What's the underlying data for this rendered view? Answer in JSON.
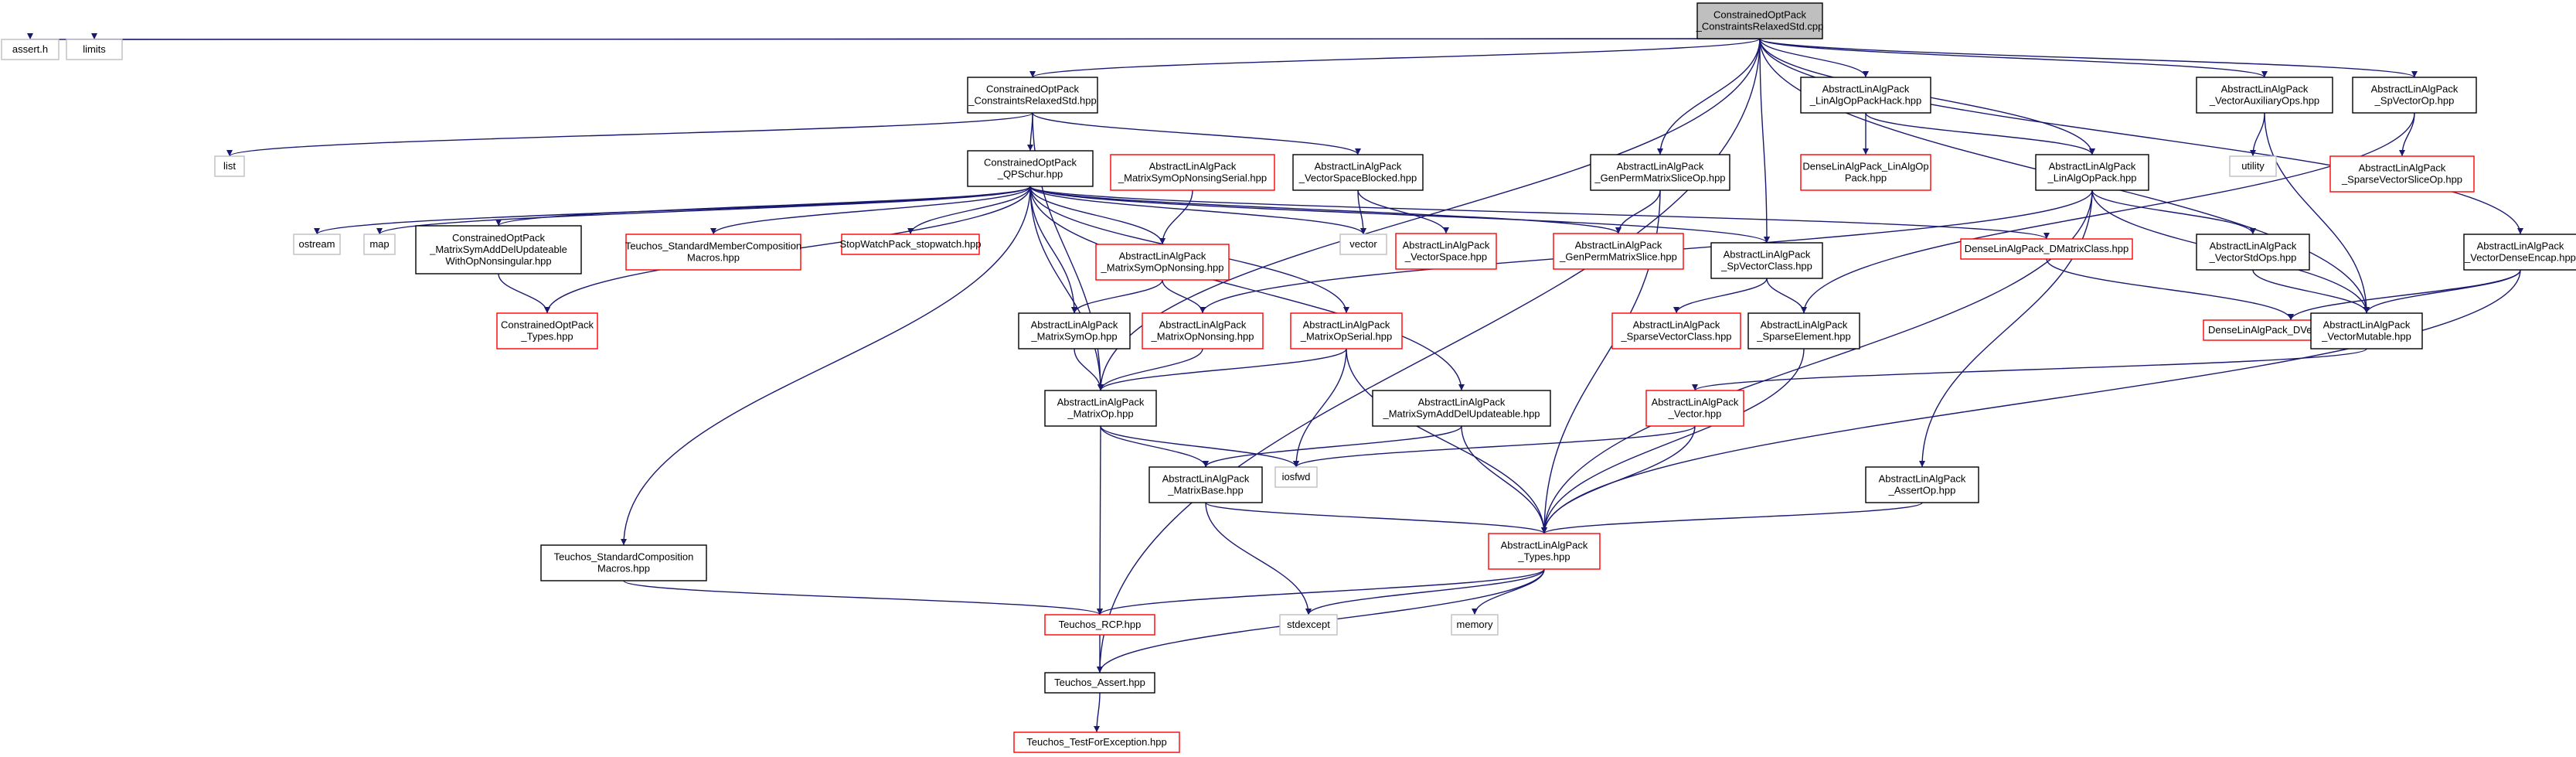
{
  "colors": {
    "edge": "#191970",
    "root_fill": "#bfbfbf",
    "documented_border": "#000000",
    "missing_border": "#ff0000",
    "system_border": "#bfbfbf",
    "node_fill": "#ffffff"
  },
  "nodes": [
    {
      "id": "root",
      "kind": "root",
      "lines": [
        "ConstrainedOptPack",
        "_ConstraintsRelaxedStd.cpp"
      ]
    },
    {
      "id": "asserth",
      "kind": "system",
      "lines": [
        "assert.h"
      ]
    },
    {
      "id": "limits",
      "kind": "system",
      "lines": [
        "limits"
      ]
    },
    {
      "id": "crs_hpp",
      "kind": "documented",
      "lines": [
        "ConstrainedOptPack",
        "_ConstraintsRelaxedStd.hpp"
      ]
    },
    {
      "id": "list",
      "kind": "system",
      "lines": [
        "list"
      ]
    },
    {
      "id": "qpschur",
      "kind": "documented",
      "lines": [
        "ConstrainedOptPack",
        "_QPSchur.hpp"
      ]
    },
    {
      "id": "ostream",
      "kind": "system",
      "lines": [
        "ostream"
      ]
    },
    {
      "id": "map",
      "kind": "system",
      "lines": [
        "map"
      ]
    },
    {
      "id": "msadu_nonsing",
      "kind": "documented",
      "lines": [
        "ConstrainedOptPack",
        "_MatrixSymAddDelUpdateable",
        "WithOpNonsingular.hpp"
      ]
    },
    {
      "id": "cop_types",
      "kind": "missing",
      "lines": [
        "ConstrainedOptPack",
        "_Types.hpp"
      ]
    },
    {
      "id": "teuchos_smcm",
      "kind": "missing",
      "lines": [
        "Teuchos_StandardMemberComposition",
        "Macros.hpp"
      ]
    },
    {
      "id": "stopwatch",
      "kind": "missing",
      "lines": [
        "StopWatchPack_stopwatch.hpp"
      ]
    },
    {
      "id": "msopns_serial",
      "kind": "missing",
      "lines": [
        "AbstractLinAlgPack",
        "_MatrixSymOpNonsingSerial.hpp"
      ]
    },
    {
      "id": "msopns",
      "kind": "missing",
      "lines": [
        "AbstractLinAlgPack",
        "_MatrixSymOpNonsing.hpp"
      ]
    },
    {
      "id": "vsb",
      "kind": "documented",
      "lines": [
        "AbstractLinAlgPack",
        "_VectorSpaceBlocked.hpp"
      ]
    },
    {
      "id": "vector",
      "kind": "system",
      "lines": [
        "vector"
      ]
    },
    {
      "id": "vspace",
      "kind": "missing",
      "lines": [
        "AbstractLinAlgPack",
        "_VectorSpace.hpp"
      ]
    },
    {
      "id": "gpms_op",
      "kind": "documented",
      "lines": [
        "AbstractLinAlgPack",
        "_GenPermMatrixSliceOp.hpp"
      ]
    },
    {
      "id": "gpms",
      "kind": "missing",
      "lines": [
        "AbstractLinAlgPack",
        "_GenPermMatrixSlice.hpp"
      ]
    },
    {
      "id": "laoph",
      "kind": "documented",
      "lines": [
        "AbstractLinAlgPack",
        "_LinAlgOpPackHack.hpp"
      ]
    },
    {
      "id": "dense_laop",
      "kind": "missing",
      "lines": [
        "DenseLinAlgPack_LinAlgOp",
        "Pack.hpp"
      ]
    },
    {
      "id": "spvc",
      "kind": "documented",
      "lines": [
        "AbstractLinAlgPack",
        "_SpVectorClass.hpp"
      ]
    },
    {
      "id": "svc",
      "kind": "missing",
      "lines": [
        "AbstractLinAlgPack",
        "_SparseVectorClass.hpp"
      ]
    },
    {
      "id": "lao",
      "kind": "documented",
      "lines": [
        "AbstractLinAlgPack",
        "_LinAlgOpPack.hpp"
      ]
    },
    {
      "id": "dmatrix",
      "kind": "missing",
      "lines": [
        "DenseLinAlgPack_DMatrixClass.hpp"
      ]
    },
    {
      "id": "dvector",
      "kind": "missing",
      "lines": [
        "DenseLinAlgPack_DVectorClass.hpp"
      ]
    },
    {
      "id": "vaux",
      "kind": "documented",
      "lines": [
        "AbstractLinAlgPack",
        "_VectorAuxiliaryOps.hpp"
      ]
    },
    {
      "id": "utility",
      "kind": "system",
      "lines": [
        "utility"
      ]
    },
    {
      "id": "spvop",
      "kind": "documented",
      "lines": [
        "AbstractLinAlgPack",
        "_SpVectorOp.hpp"
      ]
    },
    {
      "id": "svsop",
      "kind": "missing",
      "lines": [
        "AbstractLinAlgPack",
        "_SparseVectorSliceOp.hpp"
      ]
    },
    {
      "id": "vstdops",
      "kind": "documented",
      "lines": [
        "AbstractLinAlgPack",
        "_VectorStdOps.hpp"
      ]
    },
    {
      "id": "vde",
      "kind": "documented",
      "lines": [
        "AbstractLinAlgPack",
        "_VectorDenseEncap.hpp"
      ]
    },
    {
      "id": "vmut",
      "kind": "documented",
      "lines": [
        "AbstractLinAlgPack",
        "_VectorMutable.hpp"
      ]
    },
    {
      "id": "msymop",
      "kind": "documented",
      "lines": [
        "AbstractLinAlgPack",
        "_MatrixSymOp.hpp"
      ]
    },
    {
      "id": "mopns",
      "kind": "missing",
      "lines": [
        "AbstractLinAlgPack",
        "_MatrixOpNonsing.hpp"
      ]
    },
    {
      "id": "mopserial",
      "kind": "missing",
      "lines": [
        "AbstractLinAlgPack",
        "_MatrixOpSerial.hpp"
      ]
    },
    {
      "id": "spelem",
      "kind": "documented",
      "lines": [
        "AbstractLinAlgPack",
        "_SparseElement.hpp"
      ]
    },
    {
      "id": "matrixop",
      "kind": "documented",
      "lines": [
        "AbstractLinAlgPack",
        "_MatrixOp.hpp"
      ]
    },
    {
      "id": "msadu",
      "kind": "documented",
      "lines": [
        "AbstractLinAlgPack",
        "_MatrixSymAddDelUpdateable.hpp"
      ]
    },
    {
      "id": "vec",
      "kind": "missing",
      "lines": [
        "AbstractLinAlgPack",
        "_Vector.hpp"
      ]
    },
    {
      "id": "iosfwd",
      "kind": "system",
      "lines": [
        "iosfwd"
      ]
    },
    {
      "id": "mbase",
      "kind": "documented",
      "lines": [
        "AbstractLinAlgPack",
        "_MatrixBase.hpp"
      ]
    },
    {
      "id": "assertop",
      "kind": "documented",
      "lines": [
        "AbstractLinAlgPack",
        "_AssertOp.hpp"
      ]
    },
    {
      "id": "teuchos_scm",
      "kind": "documented",
      "lines": [
        "Teuchos_StandardComposition",
        "Macros.hpp"
      ]
    },
    {
      "id": "alap_types",
      "kind": "missing",
      "lines": [
        "AbstractLinAlgPack",
        "_Types.hpp"
      ]
    },
    {
      "id": "rcp",
      "kind": "missing",
      "lines": [
        "Teuchos_RCP.hpp"
      ]
    },
    {
      "id": "stdexcept",
      "kind": "system",
      "lines": [
        "stdexcept"
      ]
    },
    {
      "id": "memory",
      "kind": "system",
      "lines": [
        "memory"
      ]
    },
    {
      "id": "tassert",
      "kind": "documented",
      "lines": [
        "Teuchos_Assert.hpp"
      ]
    },
    {
      "id": "testexc",
      "kind": "missing",
      "lines": [
        "Teuchos_TestForException.hpp"
      ]
    }
  ],
  "edges": [
    [
      "root",
      "asserth"
    ],
    [
      "root",
      "limits"
    ],
    [
      "root",
      "crs_hpp"
    ],
    [
      "root",
      "tassert"
    ],
    [
      "root",
      "matrixop"
    ],
    [
      "root",
      "gpms_op"
    ],
    [
      "root",
      "spvc"
    ],
    [
      "root",
      "laoph"
    ],
    [
      "root",
      "lao"
    ],
    [
      "root",
      "vaux"
    ],
    [
      "root",
      "spvop"
    ],
    [
      "root",
      "vmut"
    ],
    [
      "root",
      "vde"
    ],
    [
      "crs_hpp",
      "list"
    ],
    [
      "crs_hpp",
      "qpschur"
    ],
    [
      "crs_hpp",
      "vsb"
    ],
    [
      "crs_hpp",
      "matrixop"
    ],
    [
      "qpschur",
      "ostream"
    ],
    [
      "qpschur",
      "map"
    ],
    [
      "qpschur",
      "msadu_nonsing"
    ],
    [
      "qpschur",
      "cop_types"
    ],
    [
      "qpschur",
      "teuchos_smcm"
    ],
    [
      "qpschur",
      "stopwatch"
    ],
    [
      "qpschur",
      "msopns"
    ],
    [
      "qpschur",
      "vector"
    ],
    [
      "qpschur",
      "gpms"
    ],
    [
      "qpschur",
      "spvc"
    ],
    [
      "qpschur",
      "dmatrix"
    ],
    [
      "qpschur",
      "msymop"
    ],
    [
      "qpschur",
      "mopserial"
    ],
    [
      "qpschur",
      "matrixop"
    ],
    [
      "qpschur",
      "msadu"
    ],
    [
      "qpschur",
      "teuchos_scm"
    ],
    [
      "msadu_nonsing",
      "cop_types"
    ],
    [
      "msopns_serial",
      "msopns"
    ],
    [
      "msopns",
      "msymop"
    ],
    [
      "msopns",
      "mopns"
    ],
    [
      "vsb",
      "vector"
    ],
    [
      "vsb",
      "vspace"
    ],
    [
      "gpms_op",
      "gpms"
    ],
    [
      "gpms_op",
      "alap_types"
    ],
    [
      "laoph",
      "dense_laop"
    ],
    [
      "laoph",
      "lao"
    ],
    [
      "spvc",
      "svc"
    ],
    [
      "spvc",
      "spelem"
    ],
    [
      "lao",
      "vstdops"
    ],
    [
      "lao",
      "vmut"
    ],
    [
      "lao",
      "mopns"
    ],
    [
      "lao",
      "assertop"
    ],
    [
      "lao",
      "alap_types"
    ],
    [
      "dmatrix",
      "dvector"
    ],
    [
      "vaux",
      "utility"
    ],
    [
      "vaux",
      "vmut"
    ],
    [
      "spvop",
      "svsop"
    ],
    [
      "spvop",
      "spelem"
    ],
    [
      "vstdops",
      "vmut"
    ],
    [
      "vde",
      "dvector"
    ],
    [
      "vde",
      "vmut"
    ],
    [
      "vde",
      "alap_types"
    ],
    [
      "vmut",
      "vec"
    ],
    [
      "msymop",
      "matrixop"
    ],
    [
      "mopns",
      "matrixop"
    ],
    [
      "mopserial",
      "matrixop"
    ],
    [
      "mopserial",
      "iosfwd"
    ],
    [
      "mopserial",
      "alap_types"
    ],
    [
      "spelem",
      "alap_types"
    ],
    [
      "matrixop",
      "iosfwd"
    ],
    [
      "matrixop",
      "mbase"
    ],
    [
      "matrixop",
      "rcp"
    ],
    [
      "msadu",
      "mbase"
    ],
    [
      "msadu",
      "alap_types"
    ],
    [
      "vec",
      "iosfwd"
    ],
    [
      "vec",
      "alap_types"
    ],
    [
      "mbase",
      "stdexcept"
    ],
    [
      "mbase",
      "alap_types"
    ],
    [
      "assertop",
      "alap_types"
    ],
    [
      "teuchos_scm",
      "rcp"
    ],
    [
      "alap_types",
      "rcp"
    ],
    [
      "alap_types",
      "stdexcept"
    ],
    [
      "alap_types",
      "memory"
    ],
    [
      "alap_types",
      "tassert"
    ],
    [
      "rcp",
      "tassert"
    ],
    [
      "tassert",
      "testexc"
    ]
  ]
}
